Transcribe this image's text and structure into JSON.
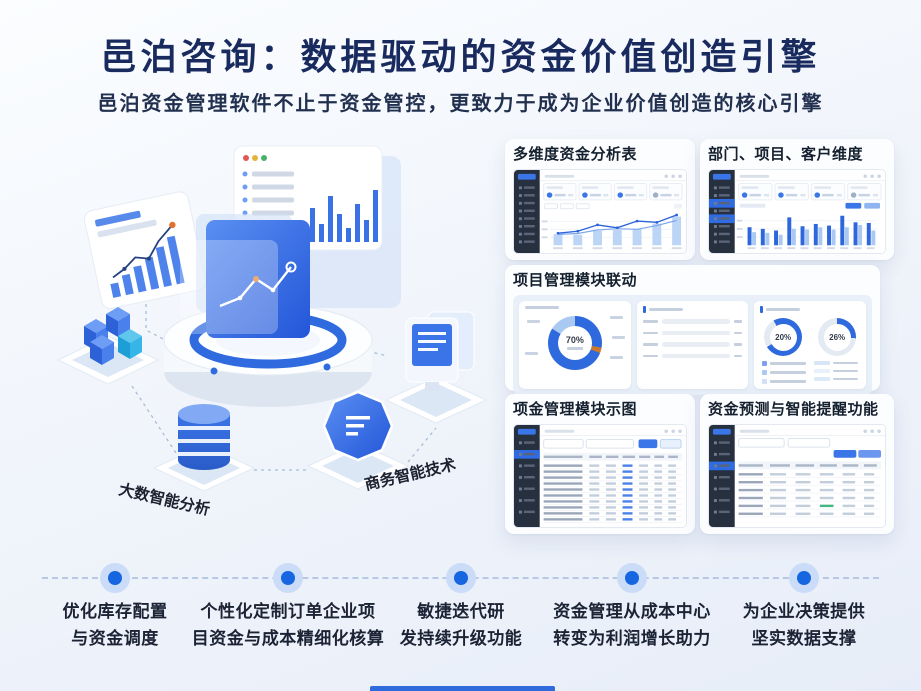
{
  "page": {
    "title": "邑泊咨询：数据驱动的资金价值创造引擎",
    "subtitle": "邑泊资金管理软件不止于资金管控，更致力于成为企业价值创造的核心引擎"
  },
  "illustration": {
    "label_left": "大数智能分析",
    "label_right": "商务智能技术"
  },
  "panels": {
    "multi_dim": {
      "title": "多维度资金分析表"
    },
    "dimensions": {
      "title": "部门、项目、客户维度"
    },
    "linkage": {
      "title": "项目管理模块联动",
      "donut_center": "70%",
      "ring1_value": "20%",
      "ring2_value": "26%"
    },
    "module_view": {
      "title": "项金管理模块示图"
    },
    "forecast": {
      "title": "资金预测与智能提醒功能"
    }
  },
  "timeline": {
    "items": [
      {
        "line1": "优化库存配置",
        "line2": "与资金调度"
      },
      {
        "line1": "个性化定制订单企业项",
        "line2": "目资金与成本精细化核算"
      },
      {
        "line1": "敏捷迭代研",
        "line2": "发持续升级功能"
      },
      {
        "line1": "资金管理从成本中心",
        "line2": "转变为利润增长助力"
      },
      {
        "line1": "为企业决策提供",
        "line2": "坚实数据支撑"
      }
    ]
  },
  "chart_data": [
    {
      "id": "multi-dim-trend",
      "panel": "多维度资金分析表",
      "type": "bar",
      "note": "light-blue bars with two dark-blue line overlays, 7 periods, tick labels illegible",
      "bars": [
        35,
        33,
        45,
        48,
        52,
        68,
        90
      ],
      "series": [
        {
          "name": "line-dark",
          "values": [
            38,
            44,
            64,
            55,
            76,
            72,
            95
          ]
        },
        {
          "name": "line-light",
          "values": [
            34,
            37,
            48,
            52,
            50,
            62,
            78
          ]
        }
      ],
      "ylim": [
        0,
        100
      ],
      "grid": true,
      "legend": false
    },
    {
      "id": "dimension-grouped-bars",
      "panel": "部门、项目、客户维度",
      "type": "bar",
      "note": "10 category groups, paired dark/light blue bars, tick labels illegible",
      "series": [
        {
          "name": "dark-blue",
          "values": [
            55,
            50,
            45,
            85,
            58,
            65,
            60,
            90,
            70,
            68
          ]
        },
        {
          "name": "light-blue",
          "values": [
            40,
            38,
            32,
            50,
            48,
            55,
            48,
            55,
            62,
            45
          ]
        }
      ],
      "ylim": [
        0,
        100
      ],
      "grid": true,
      "legend": false
    },
    {
      "id": "linkage-donut",
      "panel": "项目管理模块联动",
      "type": "pie",
      "center_label": "70%",
      "slices": [
        {
          "name": "primary",
          "value": 80,
          "color": "#2e6ade"
        },
        {
          "name": "secondary",
          "value": 17,
          "color": "#a9c9f2"
        },
        {
          "name": "accent",
          "value": 3,
          "color": "#c8792f"
        }
      ]
    },
    {
      "id": "linkage-progress",
      "panel": "项目管理模块联动",
      "type": "bar",
      "orientation": "horizontal",
      "fills_percent": [
        95,
        78,
        58,
        33
      ]
    },
    {
      "id": "linkage-rings",
      "panel": "项目管理模块联动",
      "type": "pie",
      "rings": [
        {
          "label": "20%",
          "arc_deg": 268
        },
        {
          "label": "26%",
          "arc_deg": 94
        }
      ]
    }
  ],
  "mocks": {
    "multi_dim": {
      "sidebar_items": 8,
      "highlights": []
    },
    "dimensions": {
      "sidebar_items": 8,
      "highlights": [
        2,
        4
      ]
    },
    "module_view": {
      "sidebar_items": 7,
      "highlights": [
        1
      ],
      "table_rows": 10,
      "table_cols": 7
    },
    "forecast": {
      "sidebar_items": 7,
      "highlights": [
        2
      ],
      "table_rows": 6,
      "table_cols": 6
    }
  },
  "colors": {
    "accent": "#2e6ade",
    "title_navy": "#182a5e",
    "bar_light": "#bcd4f6",
    "orange": "#c8792f",
    "sidebar_dark": "#27303f",
    "green": "#44b584",
    "dot_blue": "#1566e0"
  }
}
